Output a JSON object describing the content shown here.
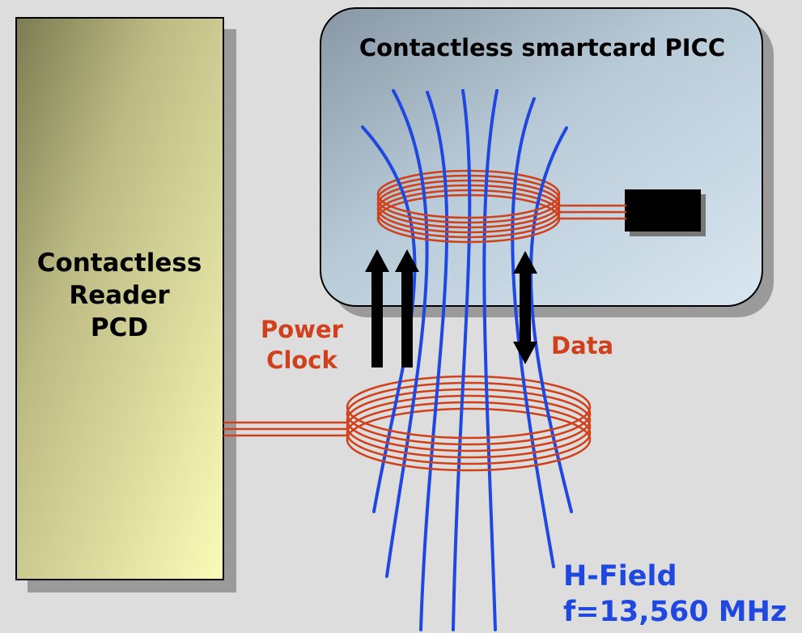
{
  "reader": {
    "lines": [
      "Contactless",
      "Reader",
      "PCD"
    ]
  },
  "card": {
    "title": "Contactless smartcard PICC"
  },
  "signals": {
    "power": "Power",
    "clock": "Clock",
    "data": "Data"
  },
  "field": {
    "name": "H-Field",
    "frequency": "f=13,560 MHz"
  },
  "colors": {
    "background": "#dddddd",
    "coil": "#d0401a",
    "field_lines": "#1f48e0",
    "arrows": "#000000",
    "chip": "#000000"
  }
}
